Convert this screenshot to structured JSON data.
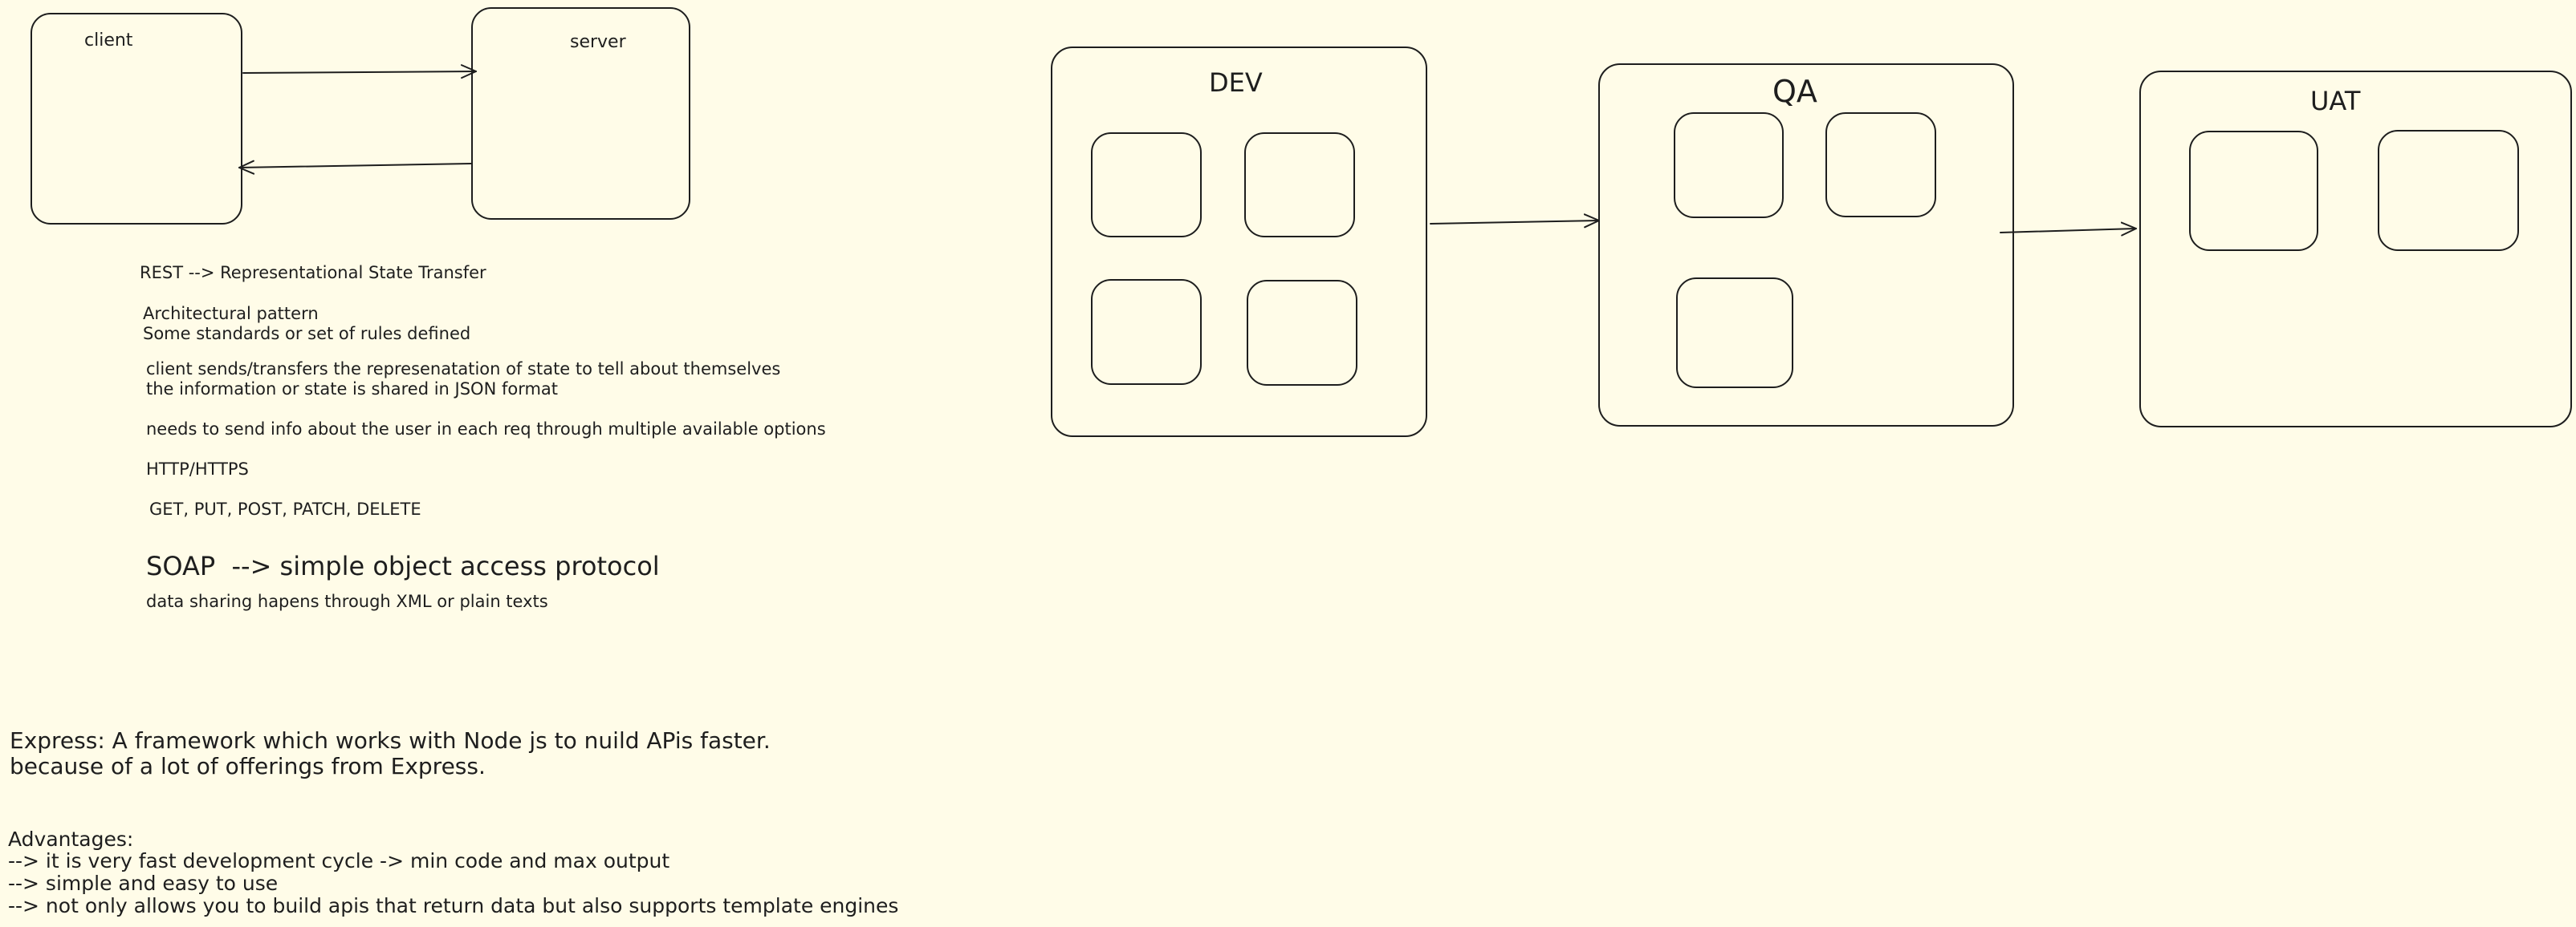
{
  "diagram_a": {
    "client_label": "client",
    "server_label": "server"
  },
  "environments": {
    "dev_label": "DEV",
    "qa_label": "QA",
    "uat_label": "UAT"
  },
  "notes": {
    "rest": "REST --> Representational State Transfer",
    "arch_line1": "Architectural pattern",
    "arch_line2": "Some standards or set of rules defined",
    "state_line1": "client sends/transfers the represenatation of state to tell about themselves",
    "state_line2": "the information or state is shared in JSON format",
    "user_info": "needs to send info about the user in each req through multiple available options",
    "protocols": "HTTP/HTTPS",
    "methods": "GET, PUT, POST, PATCH, DELETE",
    "soap": "SOAP  --> simple object access protocol",
    "soap_detail": "data sharing hapens through XML or plain texts",
    "express_line1": "Express: A framework which works with Node js to nuild APis faster.",
    "express_line2": "because of a lot of offerings from Express.",
    "advantages_title": "Advantages:",
    "advantage1": "--> it is very fast development cycle -> min code and max output",
    "advantage2": "--> simple and easy to use",
    "advantage3": "--> not only allows you to build apis that return data but also supports template engines"
  },
  "colors": {
    "background": "#fffce8",
    "stroke": "#1e1e1e"
  }
}
